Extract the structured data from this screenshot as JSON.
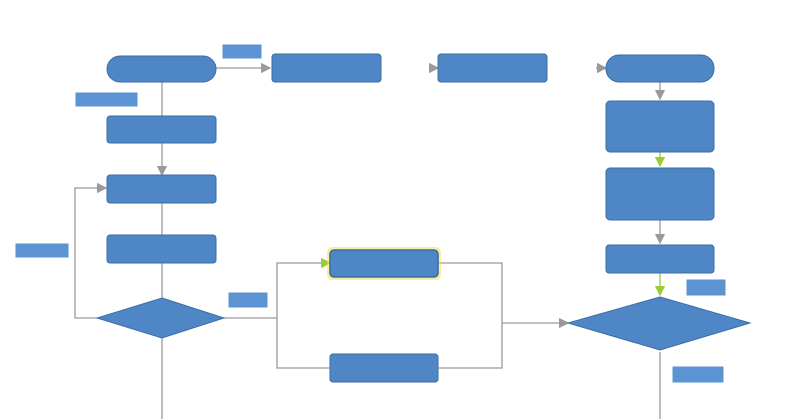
{
  "diagram": {
    "colors": {
      "node_fill": "#4f86c6",
      "node_stroke": "#3a6ea5",
      "label_fill": "#5b93d3",
      "edge": "#9a9a9a",
      "edge_highlight": "#9acd32",
      "selected_glow": "#f4e04d",
      "background": "#ffffff"
    },
    "nodes": [
      {
        "id": "start",
        "shape": "terminal",
        "text": ""
      },
      {
        "id": "step-a",
        "shape": "process",
        "text": ""
      },
      {
        "id": "step-b",
        "shape": "process",
        "text": ""
      },
      {
        "id": "step-c",
        "shape": "process",
        "text": ""
      },
      {
        "id": "decision-left",
        "shape": "decision",
        "text": ""
      },
      {
        "id": "top-middle-1",
        "shape": "process",
        "text": ""
      },
      {
        "id": "top-middle-2",
        "shape": "process",
        "text": ""
      },
      {
        "id": "branch-upper",
        "shape": "process",
        "text": "",
        "selected": true
      },
      {
        "id": "branch-lower",
        "shape": "process",
        "text": ""
      },
      {
        "id": "right-start",
        "shape": "terminal",
        "text": ""
      },
      {
        "id": "right-step-1",
        "shape": "process",
        "text": ""
      },
      {
        "id": "right-step-2",
        "shape": "process",
        "text": ""
      },
      {
        "id": "right-step-3",
        "shape": "process",
        "text": ""
      },
      {
        "id": "decision-right",
        "shape": "decision",
        "text": ""
      }
    ],
    "edge_labels": [
      {
        "id": "label-top",
        "text": ""
      },
      {
        "id": "label-start-below",
        "text": ""
      },
      {
        "id": "label-loop",
        "text": ""
      },
      {
        "id": "label-decision-out",
        "text": ""
      },
      {
        "id": "label-right-above",
        "text": ""
      },
      {
        "id": "label-right-below",
        "text": ""
      }
    ]
  }
}
